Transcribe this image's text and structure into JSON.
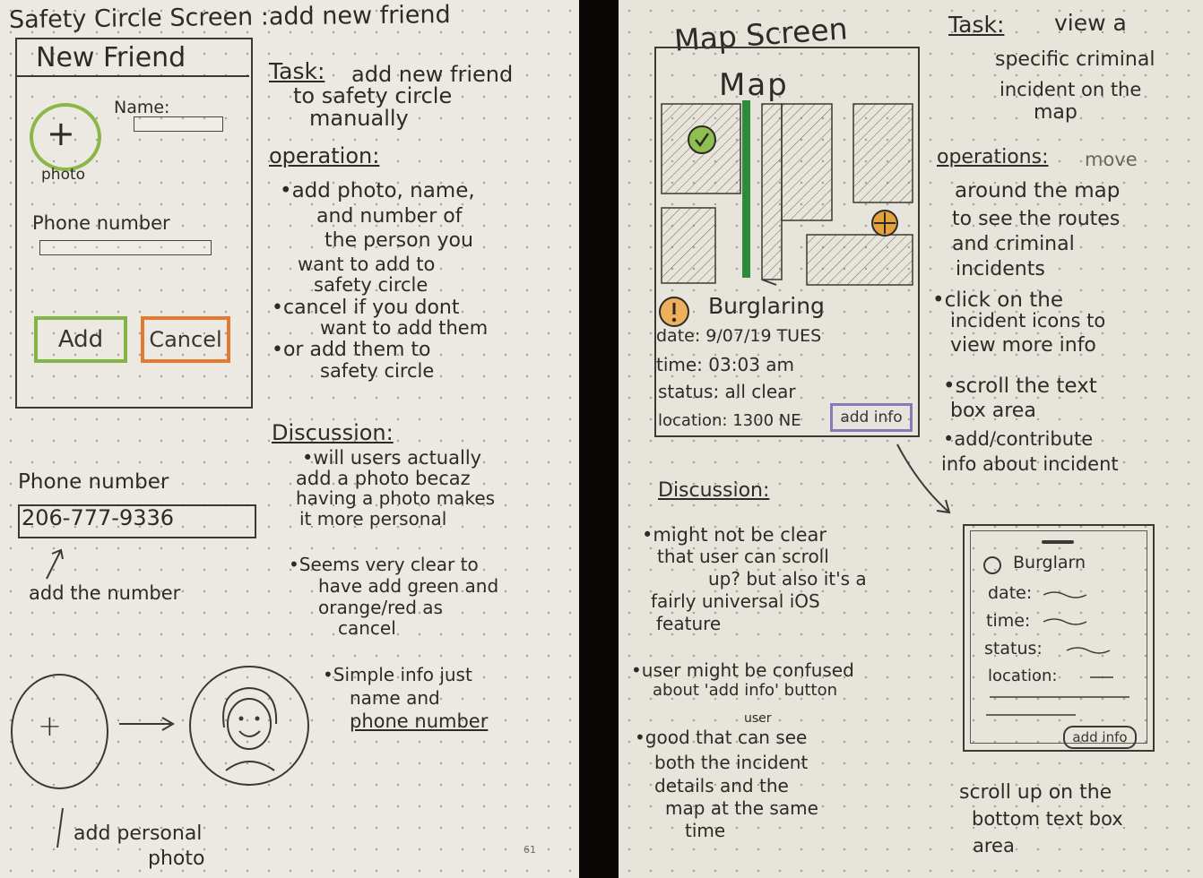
{
  "left_page": {
    "title": "Safety Circle Screen :add new friend",
    "sketch": {
      "header": "New Friend",
      "photo_label": "photo",
      "photo_icon": "plus-icon",
      "name_label": "Name:",
      "phone_label": "Phone number",
      "add_button": "Add",
      "cancel_button": "Cancel",
      "colors": {
        "green": "#7fb13f",
        "orange": "#e07a2e"
      }
    },
    "task": {
      "heading": "Task:",
      "lines": [
        "add new friend",
        "to safety circle",
        "manually"
      ]
    },
    "operation": {
      "heading": "operation:",
      "lines": [
        "•add photo, name,",
        "and number of",
        "the person you",
        "want to add to",
        "safety circle",
        "•cancel if you dont",
        "want to add them",
        "•or add them to",
        "safety circle"
      ]
    },
    "discussion": {
      "heading": "Discussion:",
      "lines": [
        "•will users actually",
        "add a photo becaz",
        "having a photo makes",
        "it more personal",
        "•Seems very clear to",
        "have add green and",
        "orange/red as",
        "cancel",
        "•Simple info just",
        "name and",
        "phone number"
      ]
    },
    "phone_detail": {
      "label": "Phone number",
      "value": "206-777-9336",
      "annotation": "add the number"
    },
    "photo_detail": {
      "annotation_1": "add personal",
      "annotation_2": "photo"
    },
    "page_number": "61"
  },
  "right_page": {
    "title": "Map Screen",
    "sketch": {
      "map_label": "Map",
      "incident_title": "Burglaring",
      "date": "date: 9/07/19 TUES",
      "time": "time: 03:03 am",
      "status": "status: all clear",
      "location": "location: 1300 NE",
      "add_info_button": "add info",
      "colors": {
        "green": "#2f8a3a",
        "orange": "#e3a23c",
        "purple": "#8c78b8"
      }
    },
    "task": {
      "heading": "Task:",
      "lines": [
        "view a",
        "specific criminal",
        "incident on the",
        "map"
      ]
    },
    "operations": {
      "heading": "operations:",
      "lines": [
        "move",
        "around the map",
        "to see the routes",
        "and criminal",
        "incidents",
        "•click on the",
        "incident icons to",
        "view more info",
        "•scroll the text",
        "box area",
        "•add/contribute",
        "info about incident"
      ]
    },
    "discussion": {
      "heading": "Discussion:",
      "lines": [
        "•might not be clear",
        "that user can scroll",
        "up? but also it's a",
        "fairly universal iOS",
        "feature",
        "•user might be confused",
        "about 'add info' button",
        "user",
        "•good that can see",
        "both the incident",
        "details and the",
        "map at the same",
        "time"
      ]
    },
    "mini_sketch": {
      "title": "Burglarn",
      "date": "date:",
      "time": "time:",
      "status": "status:",
      "location": "location:",
      "add_info": "add info"
    },
    "caption": [
      "scroll up on the",
      "bottom text box",
      "area"
    ]
  }
}
